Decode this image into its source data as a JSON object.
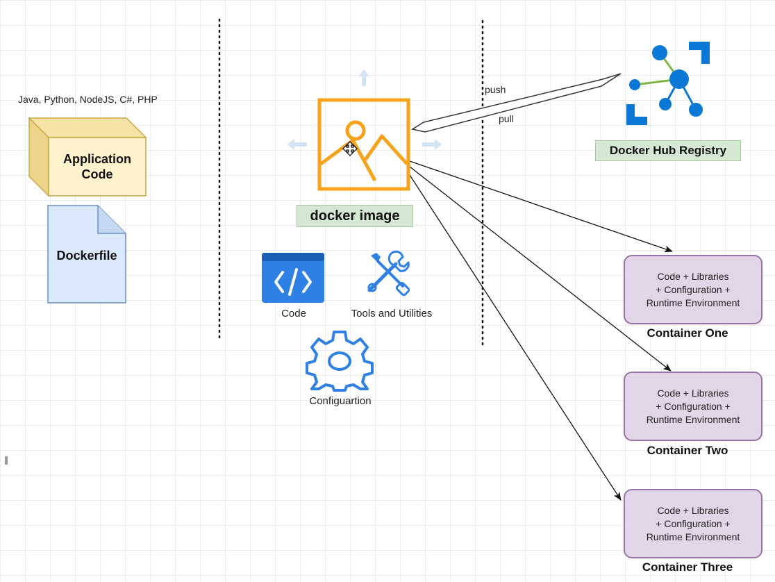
{
  "languages_label": "Java, Python, NodeJS, C#, PHP",
  "application_code_label": "Application Code",
  "dockerfile_label": "Dockerfile",
  "docker_image_label": "docker image",
  "registry_label": "Docker Hub Registry",
  "push_label": "push",
  "pull_label": "pull",
  "image_contents": {
    "code_label": "Code",
    "tools_label": "Tools and Utilities",
    "config_label": "Configuartion"
  },
  "containers": [
    {
      "name": "Container One",
      "line1": "Code + Libraries",
      "line2": "+ Configuration +",
      "line3": "Runtime Environment"
    },
    {
      "name": "Container Two",
      "line1": "Code + Libraries",
      "line2": "+ Configuration +",
      "line3": "Runtime Environment"
    },
    {
      "name": "Container Three",
      "line1": "Code + Libraries",
      "line2": "+ Configuration +",
      "line3": "Runtime Environment"
    }
  ],
  "colors": {
    "image_orange": "#f7a21b",
    "azure_blue": "#0a78d4",
    "container_fill": "#e1d5e7",
    "label_green": "#d5e8d4",
    "app_code_yellow": "#fff2cc",
    "dockerfile_blue": "#dae8fc"
  },
  "icons": [
    "cube-shape",
    "document-shape",
    "image-icon",
    "registry-icon",
    "code-icon",
    "tools-icon",
    "gear-icon"
  ]
}
